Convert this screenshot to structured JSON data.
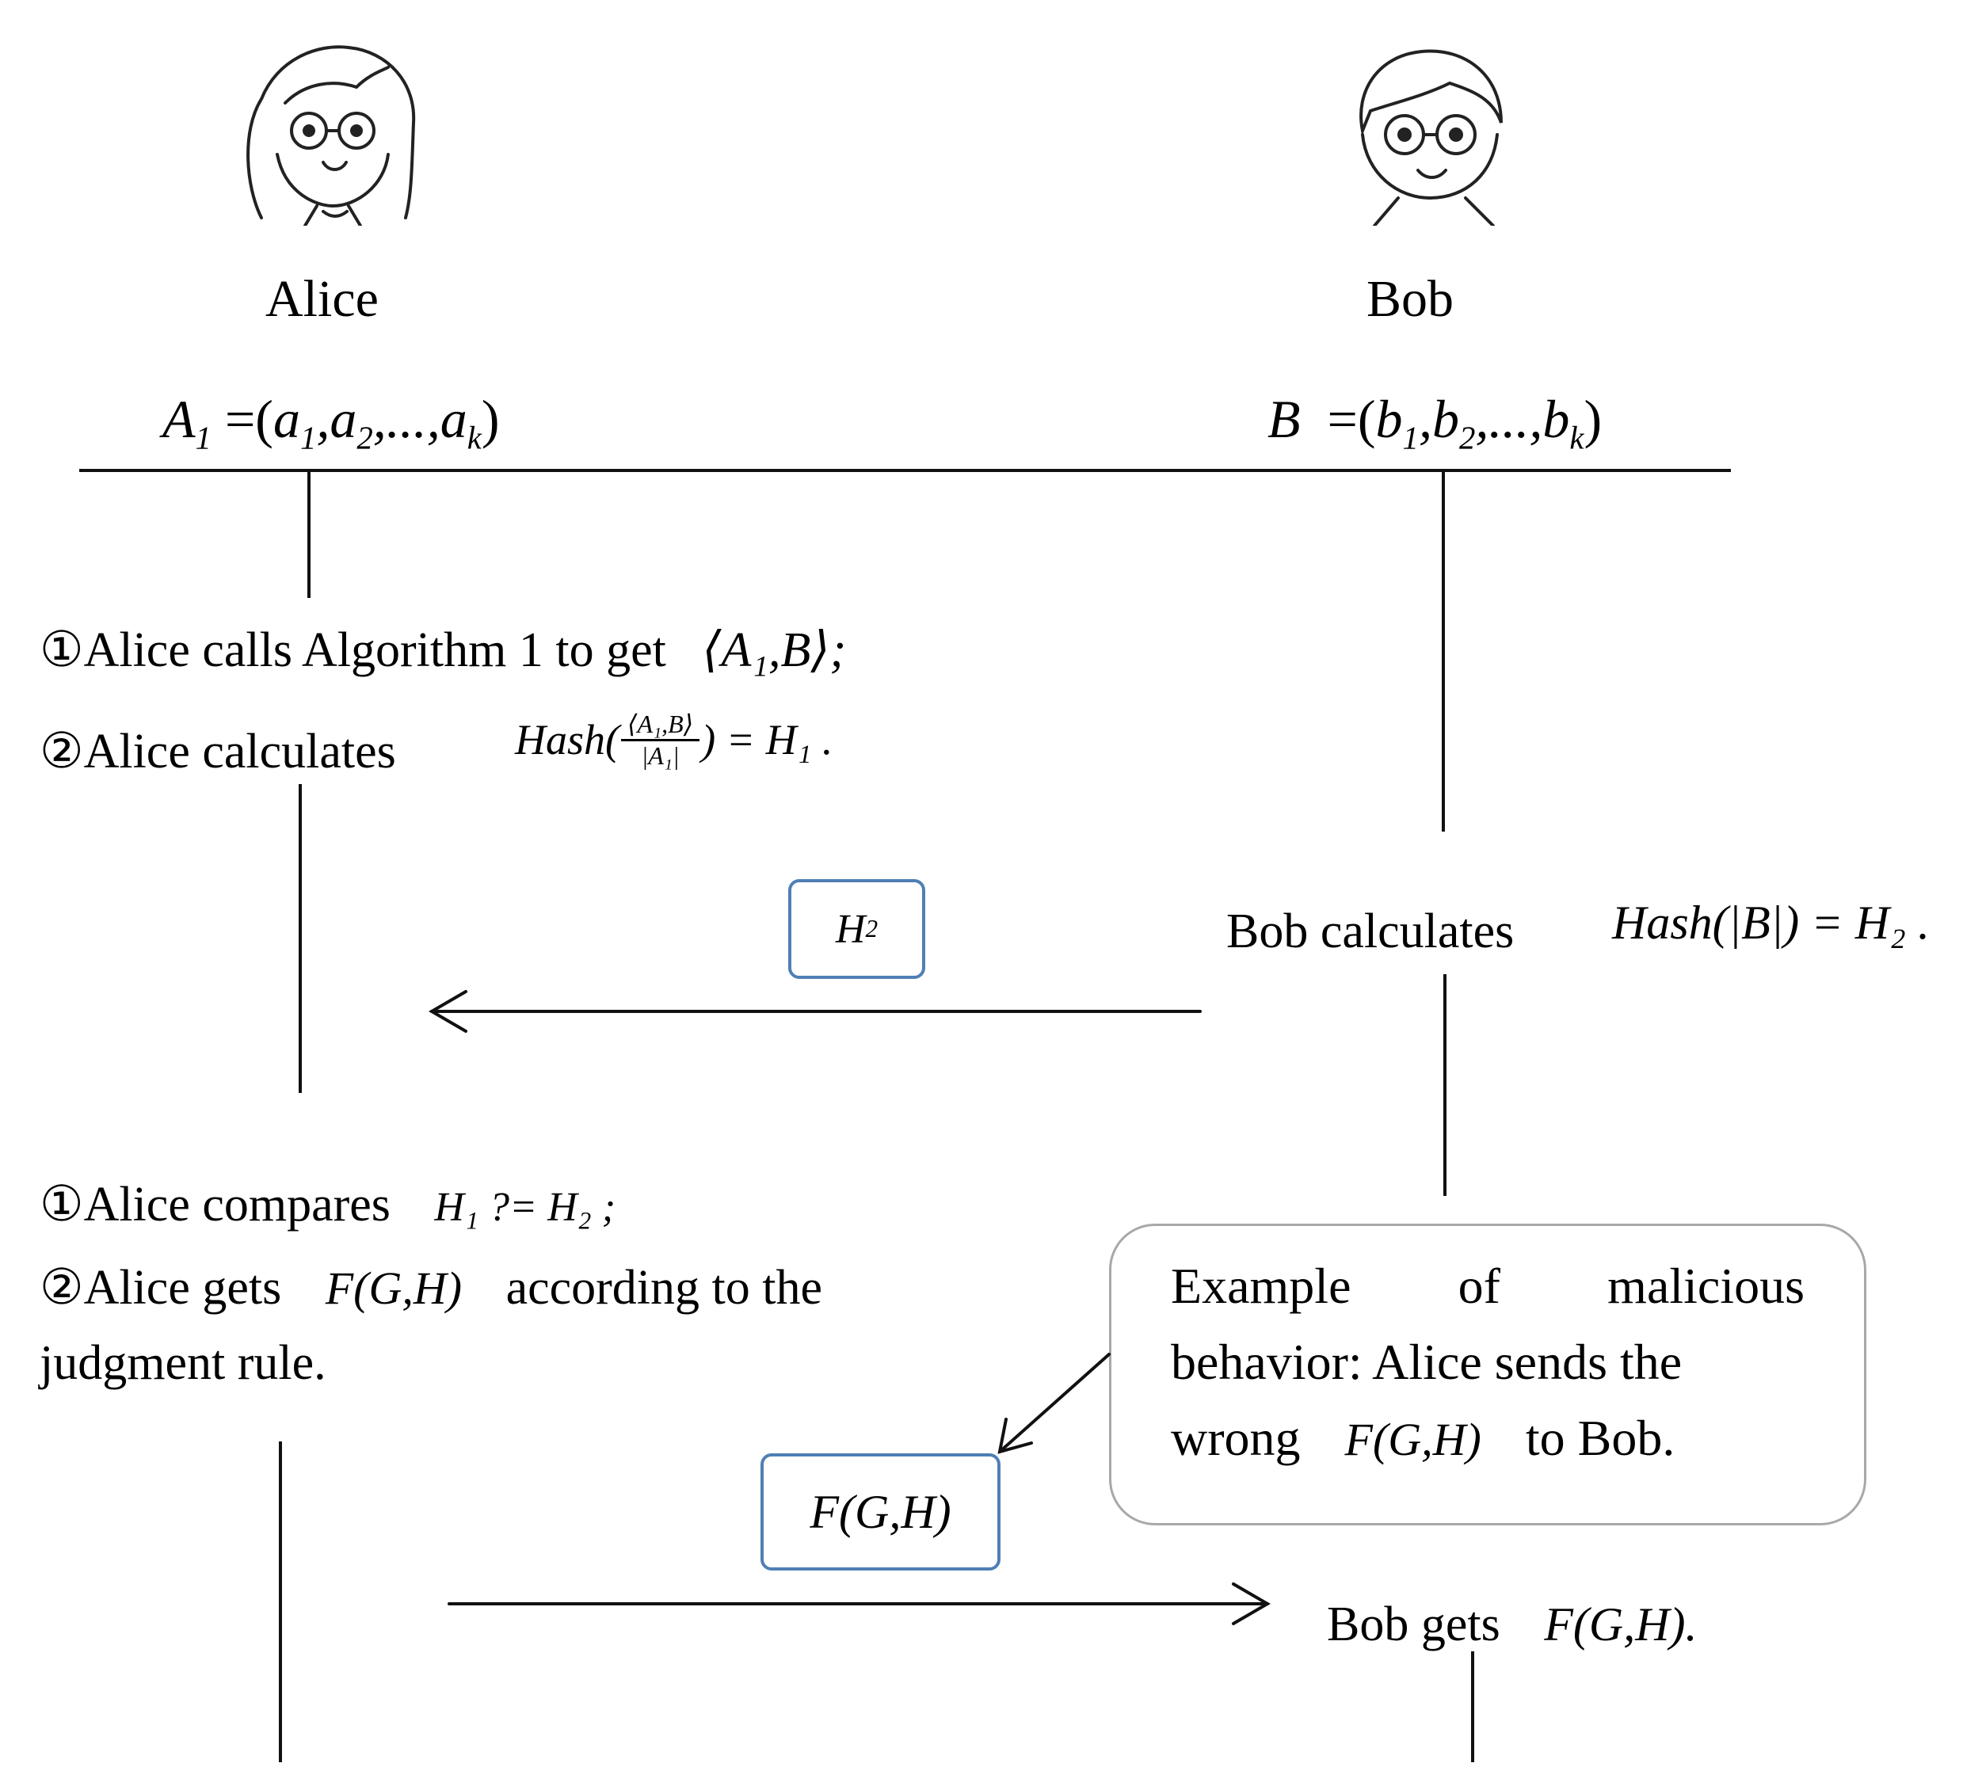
{
  "actors": {
    "alice": {
      "name": "Alice",
      "vector_lhs": "A",
      "vector_lhs_sub": "1",
      "vector_rhs": "=(a",
      "vector_elems": [
        "1",
        "2",
        "k"
      ]
    },
    "bob": {
      "name": "Bob",
      "vector_lhs": "B",
      "vector_rhs": "=(b",
      "vector_elems": [
        "1",
        "2",
        "k"
      ]
    }
  },
  "alice_phase1": {
    "step1_text": "①Alice calls Algorithm 1 to get",
    "step1_math": "⟨A₁,B⟩;",
    "step2_text": "②Alice calculates",
    "step2_math_prefix": "Hash(",
    "step2_frac_num": "⟨A₁,B⟩",
    "step2_frac_den": "|A₁|",
    "step2_math_suffix": ") = H₁ ."
  },
  "bob_phase1": {
    "text": "Bob calculates",
    "math": "Hash(|B|) = H₂ ."
  },
  "message1": {
    "label": "H",
    "label_sub": "2"
  },
  "alice_phase2": {
    "step1_text": "①Alice compares",
    "step1_math": "H₁ ?= H₂ ;",
    "step2_text": "②Alice gets",
    "step2_math": "F(G,H)",
    "step2_tail": "according to the",
    "step2_cont": "judgment rule."
  },
  "callout": {
    "line1_words": [
      "Example",
      "of",
      "malicious"
    ],
    "line2": "behavior: Alice sends the",
    "line3_pre": "wrong",
    "line3_math": "F(G,H)",
    "line3_post": "to Bob."
  },
  "message2": {
    "label": "F(G,H)"
  },
  "bob_phase2": {
    "text": "Bob gets",
    "math": "F(G,H)."
  }
}
